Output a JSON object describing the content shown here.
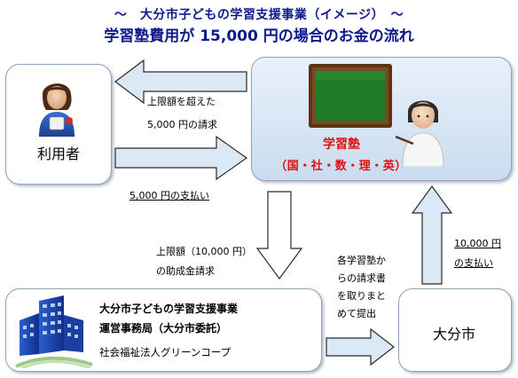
{
  "header": {
    "title_line1": "～　大分市子どもの学習支援事業（イメージ）　～",
    "title_line2": "学習塾費用が 15,000 円の場合のお金の流れ"
  },
  "nodes": {
    "user": "利用者",
    "juku": "学習塾",
    "juku_subjects": "（国・社・数・理・英）",
    "office_line1": "大分市子どもの学習支援事業",
    "office_line2": "運営事務局（大分市委託）",
    "office_line3": "社会福祉法人グリーンコープ",
    "city": "大分市"
  },
  "flows": {
    "excess_claim_line1": "上限額を超えた",
    "excess_claim_line2": "5,000 円の請求",
    "user_payment": "5,000 円の支払い",
    "subsidy_claim_line1": "上限額（10,000 円）",
    "subsidy_claim_line2": "の助成金請求",
    "bulk_invoice_line1": "各学習塾か",
    "bulk_invoice_line2": "らの請求書",
    "bulk_invoice_line3": "を取りまと",
    "bulk_invoice_line4": "めて提出",
    "city_payment_line1": "10,000 円",
    "city_payment_line2": "の支払い"
  },
  "colors": {
    "title_blue": "#0c1a8c",
    "juku_red": "#e01010",
    "arrow_fill": "#dbe8f5",
    "arrow_stroke": "#2a2a2a",
    "box_border": "#8fa2bf"
  },
  "icons": {
    "user": "person-icon",
    "juku_board": "chalkboard-icon",
    "juku_teacher": "teacher-icon",
    "office": "building-icon"
  }
}
